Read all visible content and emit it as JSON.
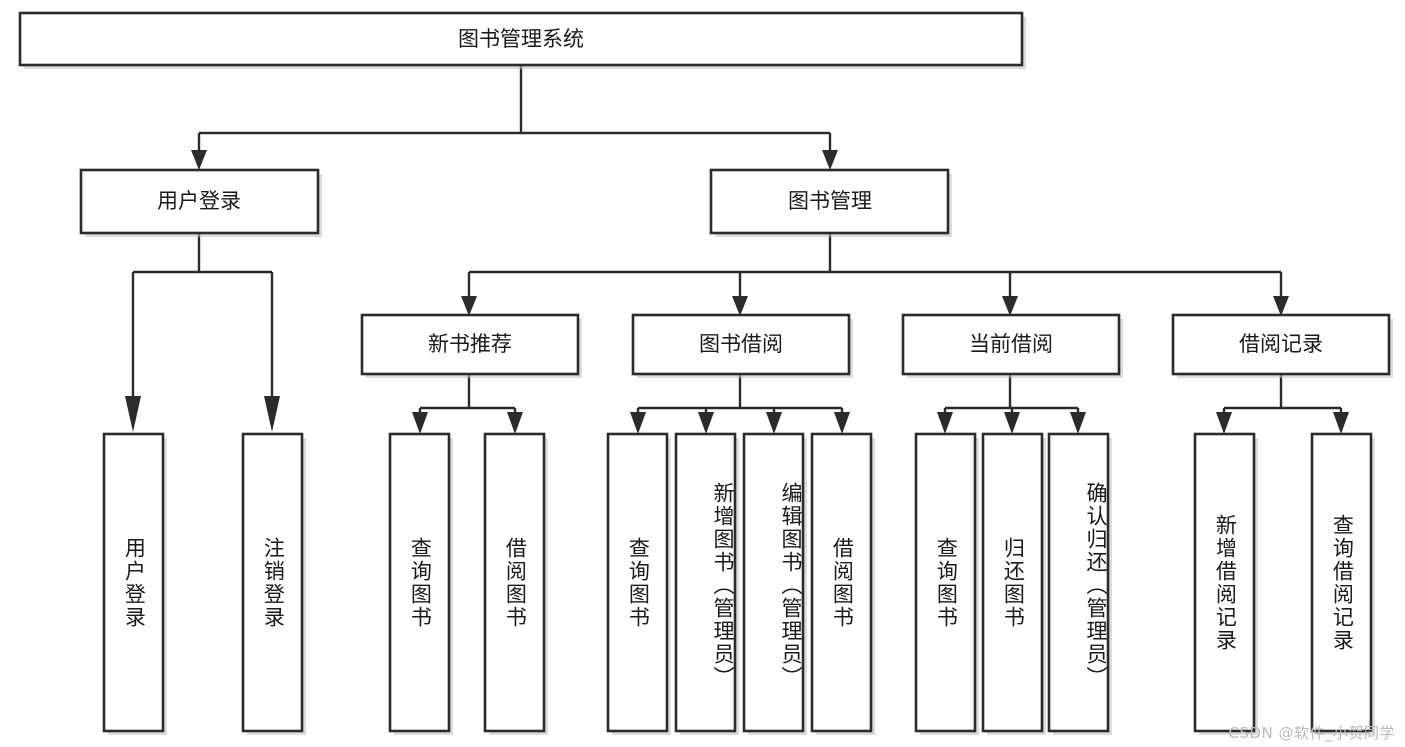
{
  "diagram": {
    "title": "图书管理系统",
    "type": "tree",
    "watermark": "CSDN @软件_小贺同学",
    "colors": {
      "box_stroke": "#2b2b2b",
      "box_fill": "#ffffff",
      "text": "#1a1a1a",
      "watermark": "#b9b9b9",
      "background": "#ffffff"
    },
    "levels": {
      "root": {
        "label": "图书管理系统"
      },
      "level2": [
        {
          "id": "user-login",
          "label": "用户登录"
        },
        {
          "id": "book-manage",
          "label": "图书管理"
        }
      ],
      "level3": [
        {
          "id": "new-book-recommend",
          "label": "新书推荐",
          "parent": "book-manage"
        },
        {
          "id": "book-borrow",
          "label": "图书借阅",
          "parent": "book-manage"
        },
        {
          "id": "current-borrow",
          "label": "当前借阅",
          "parent": "book-manage"
        },
        {
          "id": "borrow-record",
          "label": "借阅记录",
          "parent": "book-manage"
        }
      ],
      "leaves": [
        {
          "id": "leaf-user-login",
          "label": "用户登录",
          "parent": "user-login"
        },
        {
          "id": "leaf-user-logout",
          "label": "注销登录",
          "parent": "user-login"
        },
        {
          "id": "leaf-query-book-1",
          "label": "查询图书",
          "parent": "new-book-recommend"
        },
        {
          "id": "leaf-borrow-book-1",
          "label": "借阅图书",
          "parent": "new-book-recommend"
        },
        {
          "id": "leaf-query-book-2",
          "label": "查询图书",
          "parent": "book-borrow"
        },
        {
          "id": "leaf-add-book",
          "label": "新增图书（管理员）",
          "parent": "book-borrow"
        },
        {
          "id": "leaf-edit-book",
          "label": "编辑图书（管理员）",
          "parent": "book-borrow"
        },
        {
          "id": "leaf-borrow-book-2",
          "label": "借阅图书",
          "parent": "book-borrow"
        },
        {
          "id": "leaf-query-book-3",
          "label": "查询图书",
          "parent": "current-borrow"
        },
        {
          "id": "leaf-return-book",
          "label": "归还图书",
          "parent": "current-borrow"
        },
        {
          "id": "leaf-confirm-return",
          "label": "确认归还（管理员）",
          "parent": "current-borrow"
        },
        {
          "id": "leaf-add-record",
          "label": "新增借阅记录",
          "parent": "borrow-record"
        },
        {
          "id": "leaf-query-record",
          "label": "查询借阅记录",
          "parent": "borrow-record"
        }
      ]
    }
  }
}
